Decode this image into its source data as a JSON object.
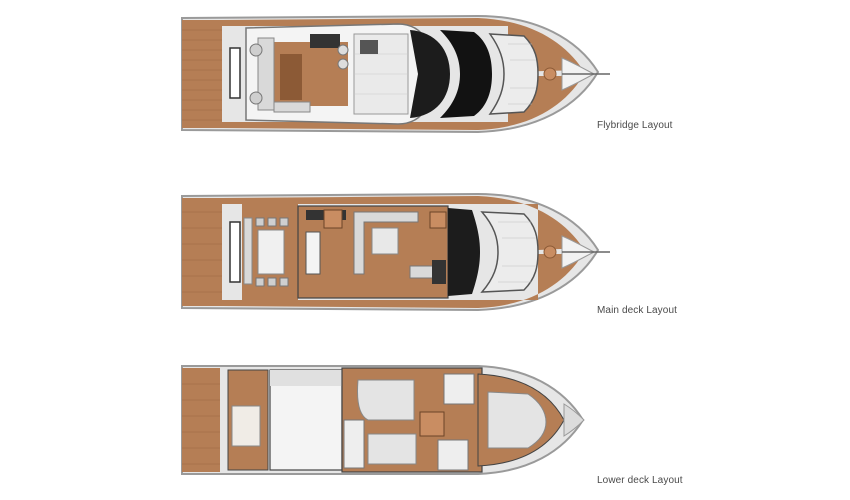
{
  "layouts": [
    {
      "label": "Flybridge Layout"
    },
    {
      "label": "Main deck Layout"
    },
    {
      "label": "Lower deck Layout"
    }
  ],
  "colors": {
    "teak": "#b57e55",
    "teak_dark": "#8c5a36",
    "hull_outline": "#9a9a9a",
    "hull_fill": "#e9e9e9",
    "white_deck": "#f6f6f6",
    "glass": "#1c1c1c",
    "cushion": "#d9d9d9"
  }
}
